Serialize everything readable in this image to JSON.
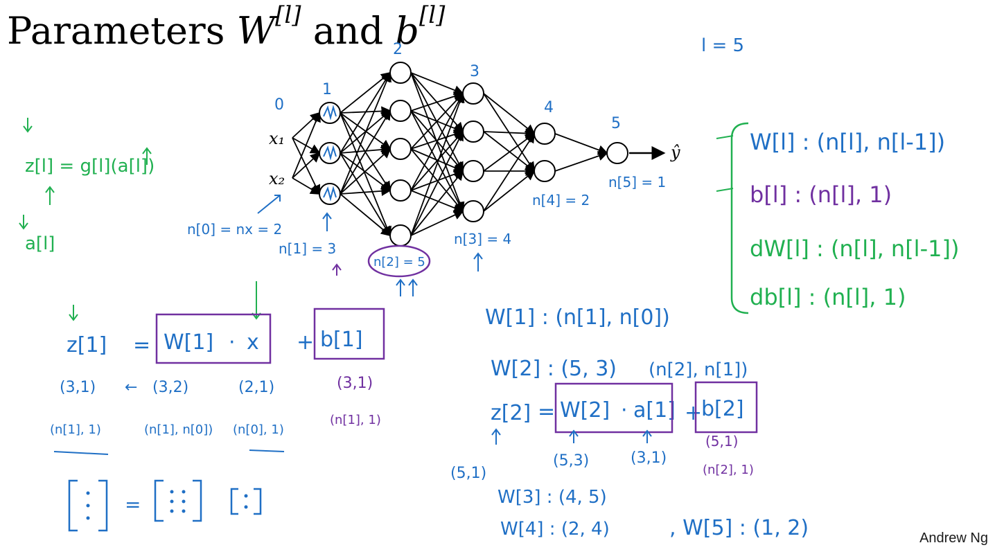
{
  "title": {
    "prefix": "Parameters ",
    "w": "W",
    "sup1": "[l]",
    "and": " and ",
    "b": "b",
    "sup2": "[l]"
  },
  "layer_count": "l = 5",
  "layer_numbers": [
    "0",
    "1",
    "2",
    "3",
    "4",
    "5"
  ],
  "inputs": [
    "x₁",
    "x₂"
  ],
  "output": "ŷ",
  "layer_sizes": [
    "n[0] = nx = 2",
    "n[1] = 3",
    "n[2] = 5",
    "n[3] = 4",
    "n[4] = 2",
    "n[5] = 1"
  ],
  "activation": {
    "z": "z[l] = g[l](a[l])",
    "a": "a[l]"
  },
  "dims": {
    "w": "W[l] : (n[l], n[l-1])",
    "b": "b[l] : (n[l], 1)",
    "dw": "dW[l] : (n[l], n[l-1])",
    "db": "db[l] : (n[l], 1)"
  },
  "eq1": {
    "lhs": "z[1]",
    "eq": "=",
    "W": "W[1]",
    "dot": "·",
    "x": "x",
    "plus": "+",
    "b": "b[1]",
    "z_shape": "(3,1)",
    "arrow": "←",
    "W_shape": "(3,2)",
    "x_shape": "(2,1)",
    "b_shape": "(3,1)",
    "z_shape_n": "(n[1], 1)",
    "W_shape_n": "(n[1], n[0])",
    "x_shape_n": "(n[0], 1)",
    "b_shape_n": "(n[1], 1)"
  },
  "matrices": {
    "eq": "="
  },
  "w1": "W[1] : (n[1], n[0])",
  "w2": {
    "text": "W[2] : (5, 3)",
    "n": "(n[2], n[1])"
  },
  "eq2": {
    "lhs": "z[2]",
    "eq": "=",
    "W": "W[2]",
    "dot": "·",
    "a": "a[1]",
    "plus": "+",
    "b": "b[2]",
    "z_shape": "(5,1)",
    "W_shape": "(5,3)",
    "a_shape": "(3,1)",
    "b_shape": "(5,1)",
    "b_shape_n": "(n[2], 1)"
  },
  "w3": "W[3] : (4, 5)",
  "w4": "W[4] : (2, 4)",
  "w5": ", W[5] : (1, 2)",
  "credit": "Andrew Ng",
  "colors": {
    "ink": "#000000",
    "blue": "#1f6fc5",
    "green": "#20b050",
    "purple": "#7030a0"
  }
}
